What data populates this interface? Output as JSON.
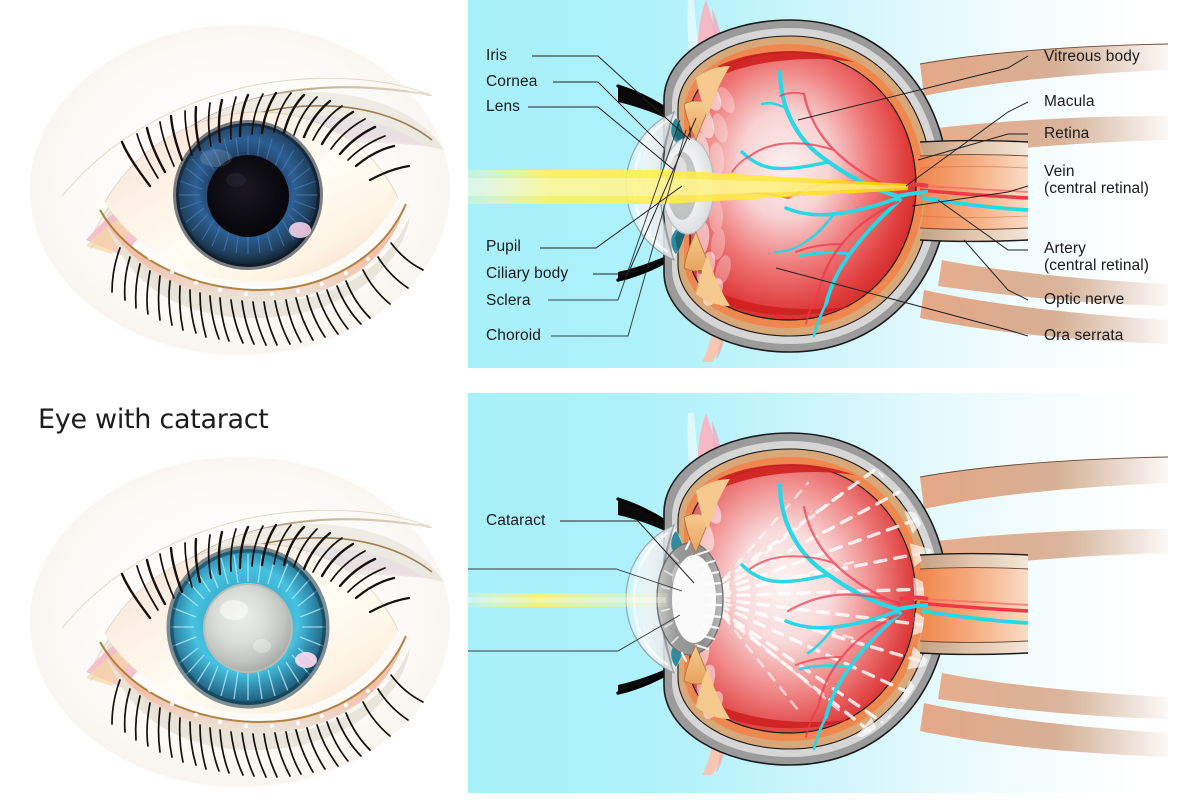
{
  "figure": {
    "kind": "medical-illustration",
    "subject": "Human eye anatomy, normal versus eye with cataract"
  },
  "sections": {
    "normal": {
      "title": "",
      "external_eye_caption": "",
      "panel_bg_start": "#a8f0fa",
      "panel_bg_end": "#ffffff"
    },
    "cataract": {
      "title": "Eye with cataract",
      "panel_bg_start": "#a8f0fa",
      "panel_bg_end": "#ffffff"
    }
  },
  "labels": {
    "normal_left": [
      {
        "id": "iris",
        "text": "Iris"
      },
      {
        "id": "cornea",
        "text": "Cornea"
      },
      {
        "id": "lens",
        "text": "Lens"
      },
      {
        "id": "pupil",
        "text": "Pupil"
      },
      {
        "id": "ciliary-body",
        "text": "Ciliary body"
      },
      {
        "id": "sclera",
        "text": "Sclera"
      },
      {
        "id": "choroid",
        "text": "Choroid"
      }
    ],
    "normal_right": [
      {
        "id": "vitreous-body",
        "text": "Vitreous body",
        "sub": ""
      },
      {
        "id": "macula",
        "text": "Macula",
        "sub": ""
      },
      {
        "id": "retina",
        "text": "Retina",
        "sub": ""
      },
      {
        "id": "vein",
        "text": "Vein",
        "sub": "(central retinal)"
      },
      {
        "id": "artery",
        "text": "Artery",
        "sub": "(central retinal)"
      },
      {
        "id": "optic-nerve",
        "text": "Optic nerve",
        "sub": ""
      },
      {
        "id": "ora-serrata",
        "text": "Ora serrata",
        "sub": ""
      }
    ],
    "cataract_left": [
      {
        "id": "cataract",
        "text": "Cataract"
      }
    ]
  },
  "colors": {
    "panel_cyan": "#a8f0fa",
    "sclera_gray": "#9b9b9b",
    "choroid_tan": "#d9a878",
    "retina_orange": "#f0874f",
    "vitreous_red": "#e03b3b",
    "vitreous_pale": "#f7d5d5",
    "light_beam_yellow": "#fff35c",
    "vein_cyan": "#28d7e8",
    "artery_red": "#f0384a",
    "cataract_lens_gray": "#9a9a9a",
    "iris_blue_normal": "#2b4d76",
    "iris_blue_cataract": "#2fa6c8",
    "pupil_black": "#0d0d12",
    "cataract_pupil": "#c9cdc9",
    "eyelid_pink": "#f7c6b4",
    "brow_brown": "#8a6a3a",
    "label_text": "#1a1a1a",
    "leader_line": "#222222"
  }
}
